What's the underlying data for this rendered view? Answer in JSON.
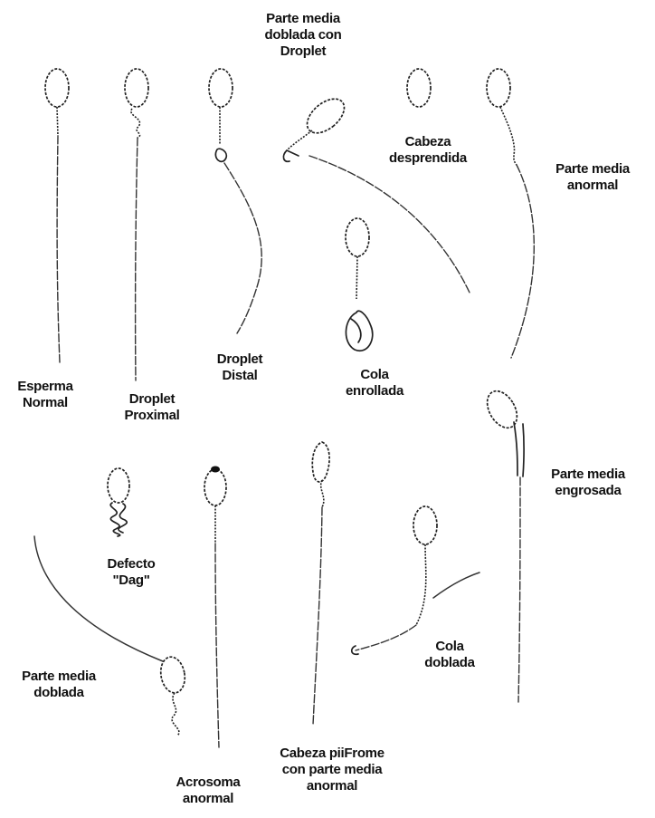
{
  "labels": {
    "normal": [
      "Esperma",
      "Normal"
    ],
    "proximal": [
      "Droplet",
      "Proximal"
    ],
    "distal": [
      "Droplet",
      "Distal"
    ],
    "bent_droplet": [
      "Parte media",
      "doblada con",
      "Droplet"
    ],
    "detached_head": [
      "Cabeza",
      "desprendida"
    ],
    "abnormal_midpiece": [
      "Parte media",
      "anormal"
    ],
    "coiled_tail": [
      "Cola",
      "enrollada"
    ],
    "thick_midpiece": [
      "Parte media",
      "engrosada"
    ],
    "dag": [
      "Defecto",
      "\"Dag\""
    ],
    "bent_midpiece": [
      "Parte media",
      "doblada"
    ],
    "acrosome": [
      "Acrosoma",
      "anormal"
    ],
    "pyriform": [
      "Cabeza piiFrome",
      "con parte media",
      "anormal"
    ],
    "bent_tail": [
      "Cola",
      "doblada"
    ]
  },
  "colors": {
    "ink": "#222222",
    "background": "#ffffff"
  }
}
